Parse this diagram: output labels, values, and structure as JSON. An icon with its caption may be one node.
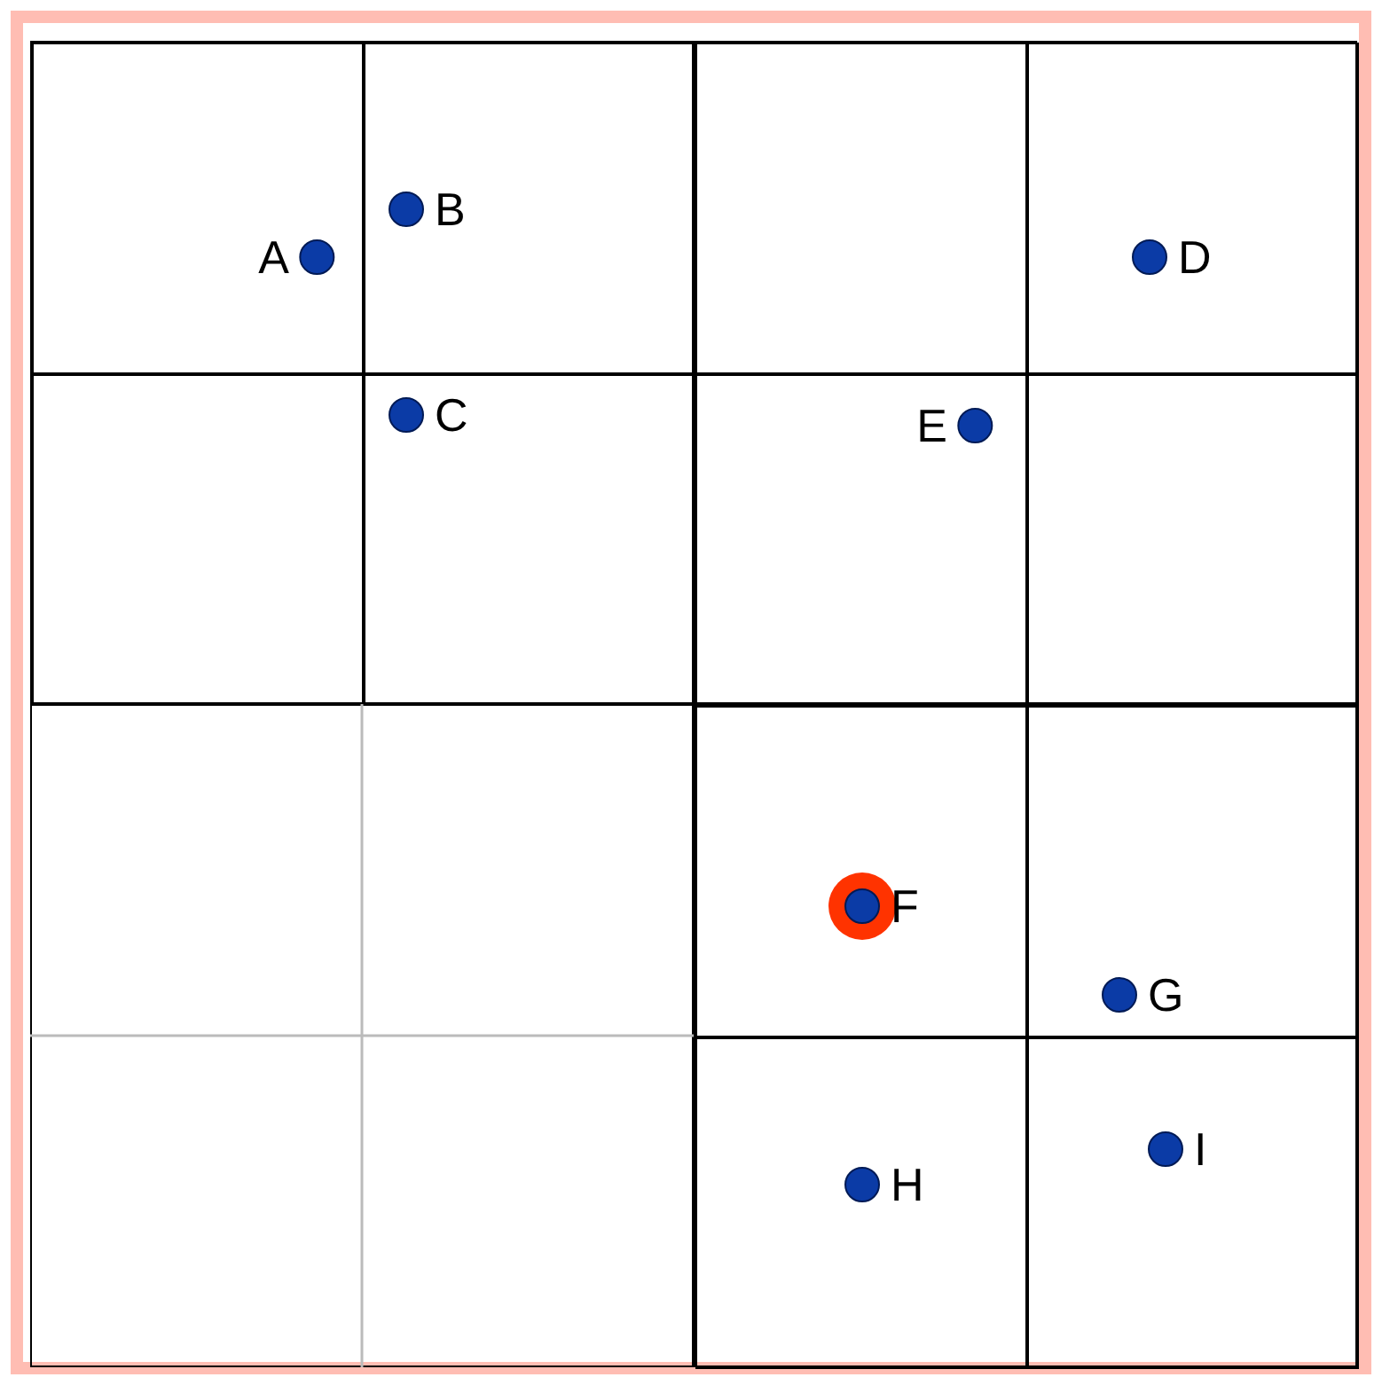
{
  "diagram": {
    "nodes": [
      {
        "text": [],
        "shape": "box"
      },
      {
        "text": [],
        "shape": "box",
        "in": 0
      },
      {
        "text": [
          "A"
        ],
        "in": 1
      },
      {
        "text": [],
        "shape": "box",
        "in": 0
      },
      {
        "text": [
          "B"
        ],
        "in": 3
      },
      {
        "text": [],
        "shape": "box",
        "in": 0
      },
      {
        "text": [],
        "shape": "box",
        "in": 0
      },
      {
        "text": [
          "C"
        ],
        "in": 6
      },
      {
        "text": [],
        "shape": "box"
      },
      {
        "text": [],
        "shape": "box",
        "in": 8
      },
      {
        "text": [],
        "shape": "box",
        "in": 8
      },
      {
        "text": [
          "D"
        ],
        "in": 10
      },
      {
        "text": [],
        "shape": "box",
        "in": 8
      },
      {
        "text": [
          "E"
        ],
        "in": 12
      },
      {
        "text": [],
        "shape": "box",
        "in": 8
      },
      {
        "text": [],
        "shape": "box"
      },
      {
        "text": [],
        "shape": "box"
      },
      {
        "text": [],
        "shape": "box",
        "in": 16
      },
      {
        "text": [
          "F"
        ],
        "in": 17
      },
      {
        "text": [],
        "shape": "box",
        "in": 16
      },
      {
        "text": [
          "G"
        ],
        "in": 19
      },
      {
        "text": [],
        "shape": "box",
        "in": 16
      },
      {
        "text": [
          "H"
        ],
        "in": 21
      },
      {
        "text": [],
        "shape": "box",
        "in": 16
      },
      {
        "text": [
          "I"
        ],
        "in": 23
      }
    ]
  }
}
